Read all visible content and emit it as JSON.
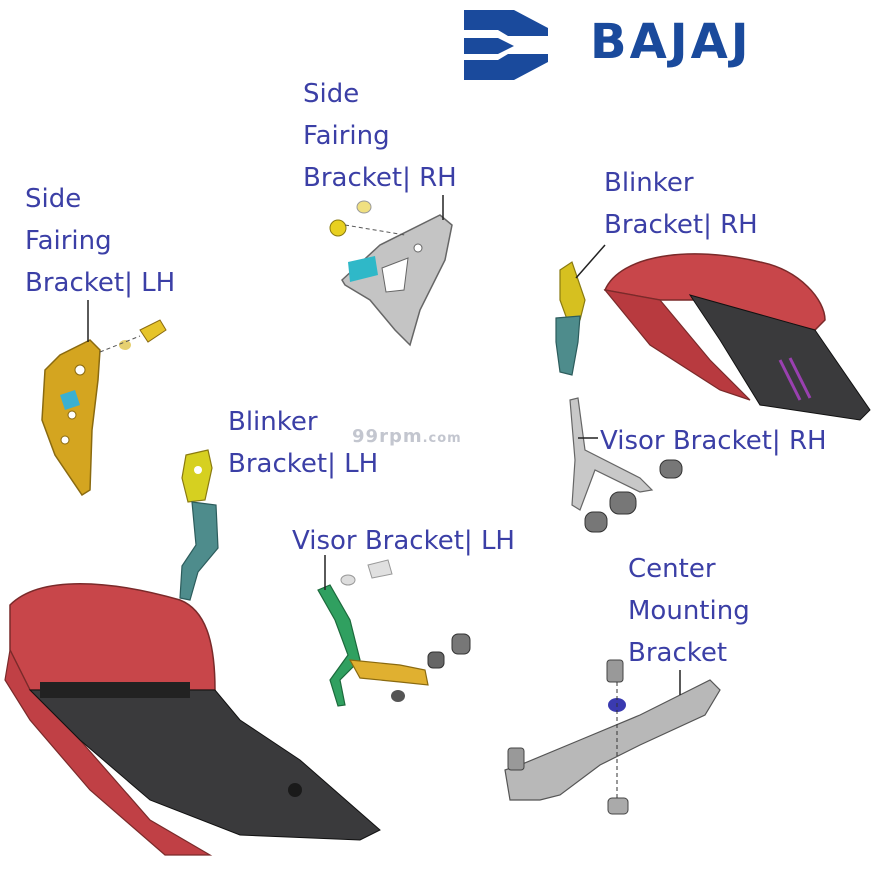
{
  "brand": {
    "name": "BAJAJ",
    "color": "#1a4a9c",
    "logo_icon": "bajaj-flying-b-logo"
  },
  "watermark": {
    "prefix": "99",
    "main": "rpm",
    "suffix": ".com"
  },
  "label_color": "#3b3fa6",
  "parts": [
    {
      "id": "side-fairing-bracket-lh",
      "lines": [
        "Side",
        "Fairing",
        "Bracket| LH"
      ],
      "color": "#d4a520"
    },
    {
      "id": "side-fairing-bracket-rh",
      "lines": [
        "Side",
        "Fairing",
        "Bracket| RH"
      ],
      "color": "#b8b8b8"
    },
    {
      "id": "blinker-bracket-rh",
      "lines": [
        "Blinker",
        "Bracket| RH"
      ],
      "color": "#d6c020"
    },
    {
      "id": "blinker-bracket-lh",
      "lines": [
        "Blinker",
        "Bracket| LH"
      ],
      "color": "#d6c020"
    },
    {
      "id": "visor-bracket-rh",
      "lines": [
        "Visor Bracket| RH"
      ],
      "color": "#c0c0c0"
    },
    {
      "id": "visor-bracket-lh",
      "lines": [
        "Visor Bracket| LH"
      ],
      "color": "#30a060"
    },
    {
      "id": "center-mounting-bracket",
      "lines": [
        "Center",
        "Mounting",
        "Bracket"
      ],
      "color": "#b0b0b0"
    }
  ],
  "fairing_color": "#c8464a"
}
